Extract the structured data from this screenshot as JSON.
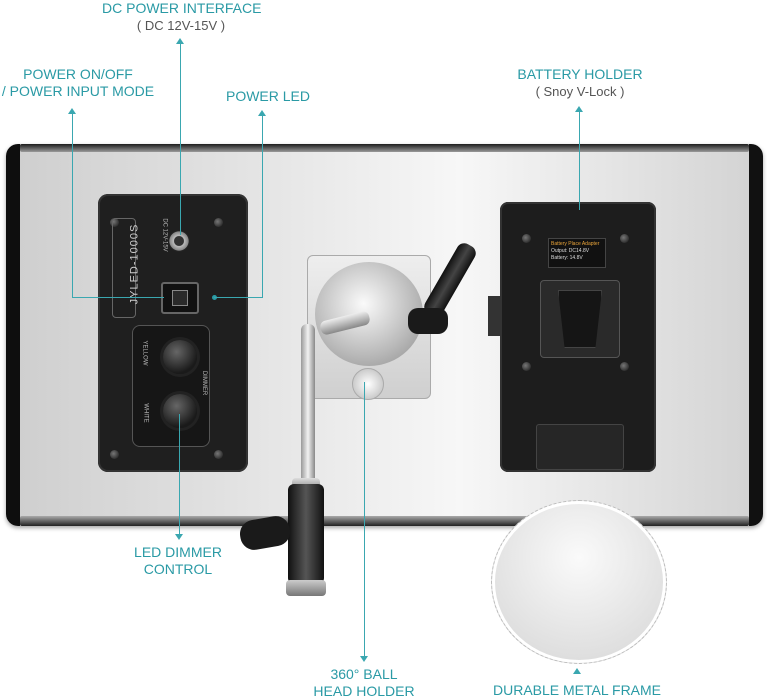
{
  "callouts": {
    "dc_power": {
      "title": "DC POWER INTERFACE",
      "sub": "( DC 12V-15V )"
    },
    "power_switch": {
      "line1": "POWER ON/OFF",
      "line2": "/ POWER INPUT MODE"
    },
    "power_led": {
      "title": "POWER LED"
    },
    "battery_holder": {
      "title": "BATTERY HOLDER",
      "sub": "( Snoy V-Lock )"
    },
    "dimmer": {
      "line1": "LED DIMMER",
      "line2": "CONTROL"
    },
    "ball_head": {
      "line1": "360° BALL",
      "line2": "HEAD HOLDER"
    },
    "frame": {
      "title": "DURABLE METAL FRAME"
    }
  },
  "device": {
    "model": "JYLED-1000S",
    "dc_label": "DC 12V-15V",
    "knob_labels": {
      "yellow": "YELLOW",
      "white": "WHITE",
      "dimmer": "DIMMER"
    },
    "battery_plate": {
      "title": "Battery Place Adapter",
      "output": "Output: DC14.8V",
      "battery": "Battery: 14.8V"
    }
  },
  "colors": {
    "accent": "#2a9aa5",
    "panel_edge": "#111111"
  }
}
